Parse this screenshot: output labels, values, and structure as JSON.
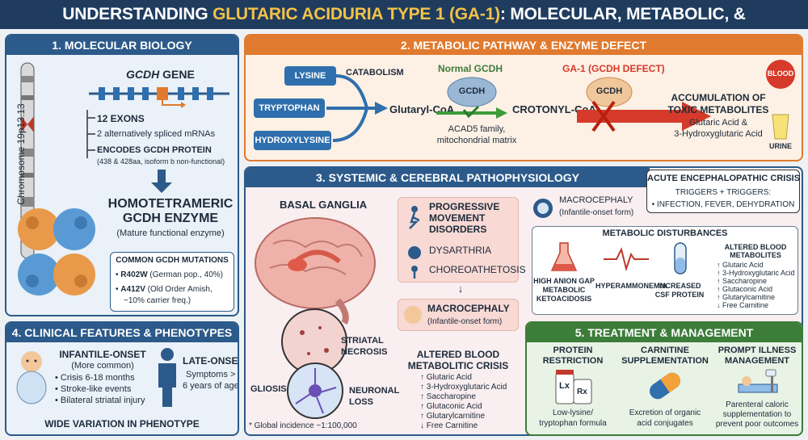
{
  "title": {
    "prefix": "UNDERSTANDING ",
    "highlight": "GLUTARIC ACIDURIA TYPE 1 (GA-1)",
    "suffix": ": MOLECULAR, METABOLIC, & PATHOPHYSIOLOGIC ASSOCIATIONS"
  },
  "panel1": {
    "header": "1. MOLECULAR BIOLOGY",
    "chromosome": "Chromosome 19p13.13",
    "gene_italic": "GCDH",
    "gene_suffix": " GENE",
    "exons": "12 EXONS",
    "mrna": "2 alternatively spliced mRNAs",
    "encodes": "ENCODES GCDH PROTEIN",
    "isoforms": "(438 & 428aa, isoform b non-functional)",
    "enzyme_title_1": "HOMOTETRAMERIC",
    "enzyme_title_2": "GCDH ENZYME",
    "enzyme_sub": "(Mature functional enzyme)",
    "mutations_title": "COMMON GCDH MUTATIONS",
    "mut1_code": "R402W",
    "mut1_desc": " (German pop., 40%)",
    "mut2_code": "A412V",
    "mut2_desc_1": " (Old Order Amish,",
    "mut2_desc_2": "~10% carrier freq.)"
  },
  "panel2": {
    "header": "2. METABOLIC PATHWAY & ENZYME DEFECT",
    "lysine": "LYSINE",
    "tryptophan": "TRYPTOPHAN",
    "hydroxylysine": "HYDROXYLYSINE",
    "catabolism": "CATABOLISM",
    "glutaryl": "Glutaryl-CoA",
    "normal_gcdh": "Normal GCDH",
    "gcdh": "GCDH",
    "acad_1": "ACAD5 family,",
    "acad_2": "mitochondrial matrix",
    "crotonyl": "CROTONYL-CoA",
    "ga1": "GA-1 (GCDH DEFECT)",
    "gcdh_defect": "GCDH",
    "accum_1": "ACCUMULATION OF",
    "accum_2": "TOXIC METABOLITES",
    "metab_1": "Glutaric Acid &",
    "metab_2": "3-Hydroxyglutaric Acid",
    "blood": "BLOOD",
    "urine": "URINE"
  },
  "panel3": {
    "header": "3. SYSTEMIC & CEREBRAL PATHOPHYSIOLOGY",
    "basal": "BASAL GANGLIA",
    "prog_1": "PROGRESSIVE",
    "prog_2": "MOVEMENT",
    "prog_3": "DISORDERS",
    "dysarthria": "DYSARTHRIA",
    "choreo": "CHOREOATHETOSIS",
    "macro": "MACROCEPHALY",
    "macro_sub": "(Infantile-onset form)",
    "altered_1": "ALTERED BLOOD",
    "altered_2": "METABOLITIC CRISIS",
    "altered_list": [
      "↑ Glutaric Acid",
      "↑ 3-Hydroxyglutaric Acid",
      "↑ Saccharopine",
      "↑ Glutaconic Acid",
      "↑ Glutarylcarnitine",
      "↓ Free Carnitine"
    ],
    "striatal_1": "STRIATAL",
    "striatal_2": "NECROSIS",
    "gliosis": "GLIOSIS",
    "neuronal_1": "NEURONAL",
    "neuronal_2": "LOSS",
    "incidence": "* Global incidence ~1:100,000",
    "macro2": "MACROCEPHALY",
    "macro2_sub": "(Infantile-onset form)",
    "acute_title": "ACUTE ENCEPHALOPATHIC CRISIS",
    "triggers": "TRIGGERS + TRIGGERS:",
    "triggers_list": "• INFECTION, FEVER, DEHYDRATION",
    "dist_title": "METABOLIC DISTURBANCES",
    "anion_1": "HIGH ANION GAP",
    "anion_2": "METABOLIC",
    "anion_3": "KETOACIDOSIS",
    "hyperammo": "HYPERAMMONEMIA",
    "csf_1": "INCREASED",
    "csf_2": "CSF PROTEIN",
    "abm_1": "ALTERED BLOOD",
    "abm_2": "METABOLITES",
    "abm_list": [
      "↑ Glutaric Acid",
      "↑ 3-Hydroxyglutaric Acid",
      "↑ Saccharopine",
      "↑ Glutaconic Acid",
      "↑ Glutarylcarnitine",
      "↓ Free Carnitine"
    ]
  },
  "panel4": {
    "header": "4. CLINICAL FEATURES & PHENOTYPES",
    "inf_title": "INFANTILE-ONSET",
    "inf_sub": "(More common)",
    "inf_list": [
      "• Crisis 6-18 months",
      "• Stroke-like events",
      "• Bilateral striatal injury"
    ],
    "late_title": "LATE-ONSET",
    "late_1": "Symptoms >",
    "late_2": "6 years of age",
    "wide": "WIDE VARIATION IN PHENOTYPE"
  },
  "panel5": {
    "header": "5. TREATMENT & MANAGEMENT",
    "c1_1": "PROTEIN",
    "c1_2": "RESTRICTION",
    "c1_d1": "Low-lysine/",
    "c1_d2": "tryptophan formula",
    "c2_1": "CARNITINE",
    "c2_2": "SUPPLEMENTATION",
    "c2_d1": "Excretion of organic",
    "c2_d2": "acid conjugates",
    "c3_1": "PROMPT ILLNESS",
    "c3_2": "MANAGEMENT",
    "c3_d1": "Parenteral caloric",
    "c3_d2": "supplementation to",
    "c3_d3": "prevent poor outcomes",
    "lx": "Lx",
    "rx": "Rx"
  },
  "colors": {
    "navy": "#1f3c5f",
    "orange": "#e07a2e",
    "green": "#3d7d3a",
    "red": "#d63a2a",
    "blue": "#2f6fad"
  }
}
